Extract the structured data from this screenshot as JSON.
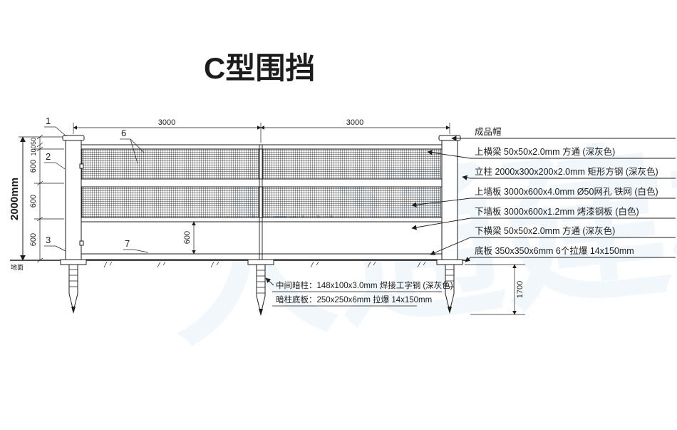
{
  "title": "C型围挡",
  "watermark": {
    "brand": "大通建材",
    "background_text": "大通建材"
  },
  "top_dimensions": {
    "left_span": "3000",
    "right_span": "3000"
  },
  "left_dimensions": {
    "total": "2000mm",
    "seg_a": "50",
    "seg_b": "100",
    "seg_1": "600",
    "seg_2": "600",
    "seg_3": "600"
  },
  "inner_dimensions": {
    "lower_panel": "600"
  },
  "buried_dimension": "1700",
  "ground_label": "地面",
  "part_numbers": {
    "n1": "1",
    "n2": "2",
    "n3": "3",
    "n6": "6",
    "n7": "7"
  },
  "callouts": [
    {
      "text": "成品帽"
    },
    {
      "text": "上横梁 50x50x2.0mm 方通 (深灰色)"
    },
    {
      "text": "立柱 2000x300x200x2.0mm 矩形方钢 (深灰色)"
    },
    {
      "text": "上墙板 3000x600x4.0mm Ø50网孔 铁网 (白色)"
    },
    {
      "text": "下墙板 3000x600x1.2mm 烤漆钢板 (白色)"
    },
    {
      "text": "下横梁 50x50x2.0mm 方通 (深灰色)"
    },
    {
      "text": "底板 350x350x6mm 6个拉爆 14x150mm"
    }
  ],
  "bottom_notes": [
    {
      "text": "中间暗柱：148x100x3.0mm 焊接工字钢 (深灰色)"
    },
    {
      "text": "暗柱底板：250x250x6mm 拉爆 14x150mm"
    }
  ],
  "colors": {
    "line": "#1c1c1c",
    "mesh": "#3f3f3f",
    "watermark_blue": "#9cc4e4",
    "watermark_faint": "#e8f2fa"
  }
}
